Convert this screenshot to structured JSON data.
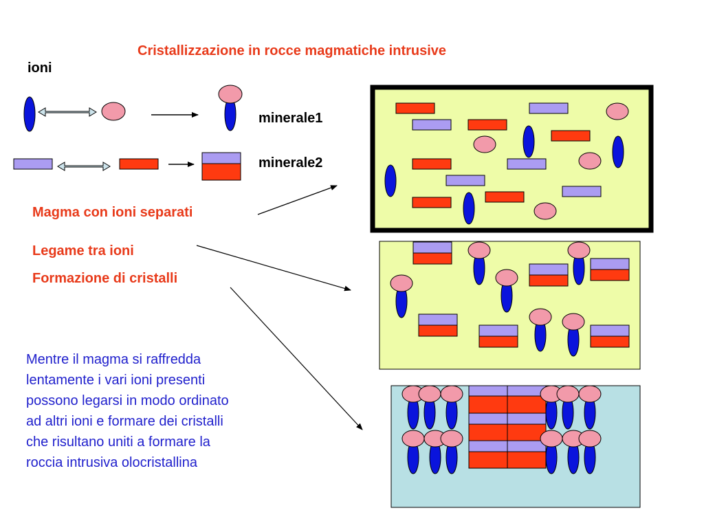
{
  "title": "Cristallizzazione in rocce magmatiche intrusive",
  "ions_label": "ioni",
  "minerals": [
    "minerale1",
    "minerale2"
  ],
  "steps": [
    "Magma con ioni separati",
    "Legame tra ioni",
    "Formazione di cristalli"
  ],
  "paragraph_lines": [
    "Mentre il magma si raffredda",
    "lentamente i vari ioni presenti",
    "possono legarsi in modo ordinato",
    "ad altri ioni e formare dei cristalli",
    "che risultano uniti a formare la",
    "roccia intrusiva olocristallina"
  ],
  "colors": {
    "title": "#e83a1a",
    "paragraph": "#1f1fcc",
    "blue_ion": "#0a14dc",
    "pink_ion": "#f29aaa",
    "purple_ion": "#ab9cf2",
    "red_ion": "#ff3a10",
    "magma_bg": "#eefca8",
    "rock_bg": "#b8e0e4"
  }
}
